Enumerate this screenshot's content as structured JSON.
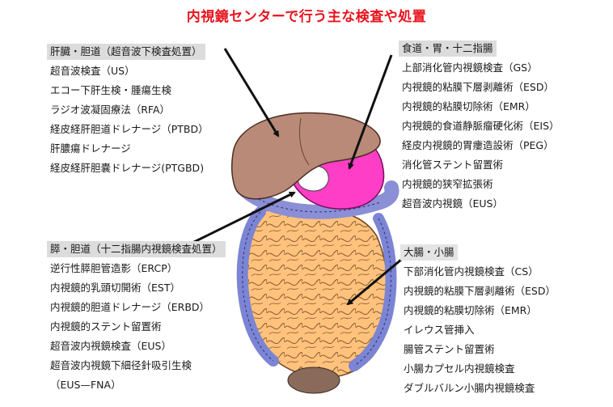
{
  "title": "内視鏡センターで行う主な検査や処置",
  "colors": {
    "title": "#e8141e",
    "liver": "#b98a78",
    "stomach": "#ff3ec8",
    "duodenum": "#8a8fd6",
    "intestine": "#ffc27d",
    "header_bg": "#dcdcdc"
  },
  "sections": {
    "liver": {
      "header": "肝臓・胆道（超音波下検査処置）",
      "items": [
        "超音波検査（US）",
        "エコー下肝生検・腫瘍生検",
        "ラジオ波凝固療法（RFA）",
        "経皮経肝胆道ドレナージ（PTBD）",
        "肝膿瘍ドレナージ",
        "経皮経肝胆嚢ドレナージ(PTGBD)"
      ]
    },
    "upper": {
      "header": "食道・胃・十二指腸",
      "items": [
        "上部消化管内視鏡検査（GS）",
        "内視鏡的粘膜下層剥離術（ESD）",
        "内視鏡的粘膜切除術（EMR）",
        "内視鏡的食道静脈瘤硬化術（EIS）",
        "経皮内視鏡的胃瘻造設術（PEG）",
        "消化管ステント留置術",
        "内視鏡的狭窄拡張術",
        "超音波内視鏡（EUS）"
      ]
    },
    "pancreas": {
      "header": "膵・胆道（十二指腸内視鏡検査処置）",
      "items": [
        "逆行性膵胆管造影（ERCP）",
        "内視鏡的乳頭切開術（EST）",
        "内視鏡的胆道ドレナージ（ERBD）",
        "内視鏡的ステント留置術",
        "超音波内視鏡検査（EUS）",
        "超音波内視鏡下細径針吸引生検",
        "（EUS—FNA）"
      ]
    },
    "colon": {
      "header": "大腸・小腸",
      "items": [
        "下部消化管内視鏡検査（CS）",
        "内視鏡的粘膜下層剥離術（ESD）",
        "内視鏡的粘膜切除術（EMR）",
        "イレウス管挿入",
        "腸管ステント留置術",
        "小腸カプセル内視鏡検査",
        "ダブルバルン小腸内視鏡検査"
      ]
    }
  }
}
